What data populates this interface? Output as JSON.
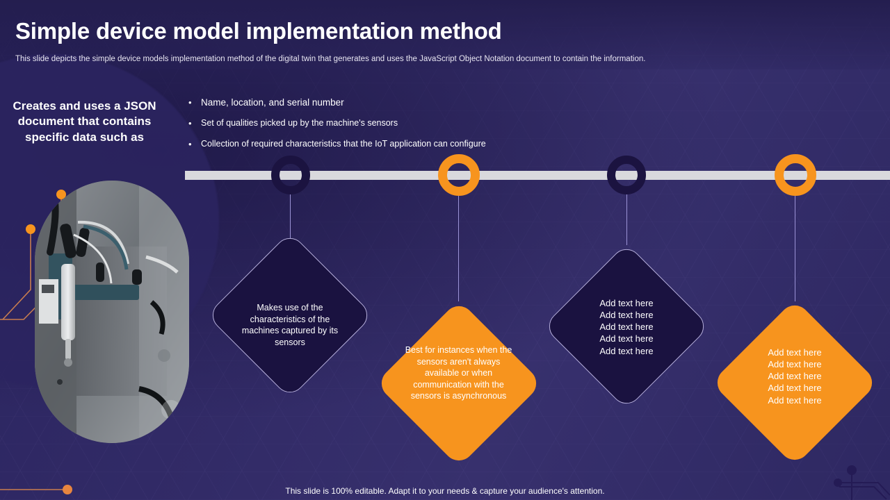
{
  "slide": {
    "title": "Simple device model implementation method",
    "subtitle": "This slide depicts the simple device models implementation method of the digital twin that generates and uses the JavaScript Object Notation document to contain the information.",
    "footer": "This slide is 100% editable. Adapt it to your needs & capture your audience's attention."
  },
  "left_panel": {
    "heading": "Creates and uses a JSON document that contains specific data such as",
    "photo_alt": "industrial machine with sensors"
  },
  "bullets": [
    {
      "text": "Name, location, and serial number"
    },
    {
      "text": "Set of qualities picked up by the machine's sensors"
    },
    {
      "text": "Collection of required characteristics that the IoT application can configure"
    }
  ],
  "timeline": {
    "nodes": [
      {
        "style": "dark"
      },
      {
        "style": "orange"
      },
      {
        "style": "dark"
      },
      {
        "style": "orange"
      }
    ]
  },
  "diamonds": [
    {
      "style": "dark",
      "text": "Makes use of the characteristics of the machines captured by its sensors",
      "lines": []
    },
    {
      "style": "orange",
      "text": "Best for instances when the sensors aren't always available or when communication with the sensors is asynchronous",
      "lines": []
    },
    {
      "style": "dark",
      "text": "",
      "lines": [
        "Add text here",
        "Add text here",
        "Add text here",
        "Add text here",
        "Add text here"
      ]
    },
    {
      "style": "orange",
      "text": "",
      "lines": [
        "Add text here",
        "Add text here",
        "Add text here",
        "Add text here",
        "Add text here"
      ]
    }
  ],
  "colors": {
    "background": "#302a63",
    "accent_orange": "#f7941e",
    "dark_navy": "#1a1240",
    "bar_gray": "#d9d9dd",
    "text_white": "#ffffff",
    "connector_purple": "#9b93d6"
  }
}
